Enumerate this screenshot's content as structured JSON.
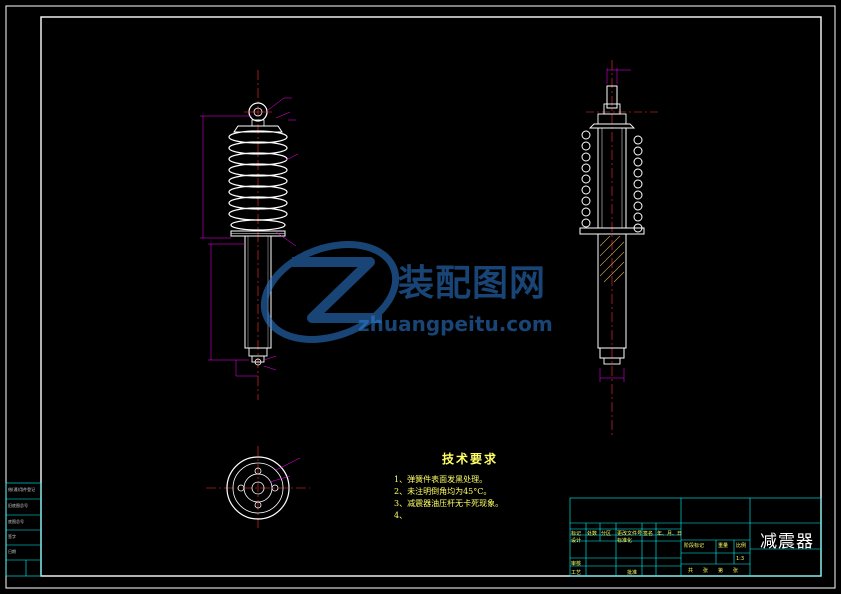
{
  "watermark": {
    "brand_cn": "装配图网",
    "url": "zhuangpeitu.com"
  },
  "technical_requirements": {
    "title": "技术要求",
    "items": [
      "1、弹簧件表面发黑处理。",
      "2、未注明倒角均为45°C。",
      "3、减震器油压杆无卡死现象。",
      "4、"
    ]
  },
  "title_block": {
    "part_name": "减震器",
    "labels": [
      "标记",
      "处数",
      "分区",
      "更改文件号",
      "签名",
      "年、月、日",
      "设计",
      "标准化",
      "审核",
      "工艺",
      "批准",
      "阶段标记",
      "重量",
      "比例",
      "共",
      "张",
      "第",
      "张"
    ],
    "scale": "1:3"
  },
  "left_strip": {
    "labels": [
      "借(通)用件登记",
      "旧底图总号",
      "底图总号",
      "签字",
      "日期"
    ]
  },
  "colors": {
    "background": "#000000",
    "frame": "#ffffff",
    "geometry": "#ffffff",
    "centerline": "#ff3030",
    "dimension": "#ff00ff",
    "title_block": "#00ffff",
    "text": "#ffff66",
    "watermark": "#2c7fd6"
  }
}
